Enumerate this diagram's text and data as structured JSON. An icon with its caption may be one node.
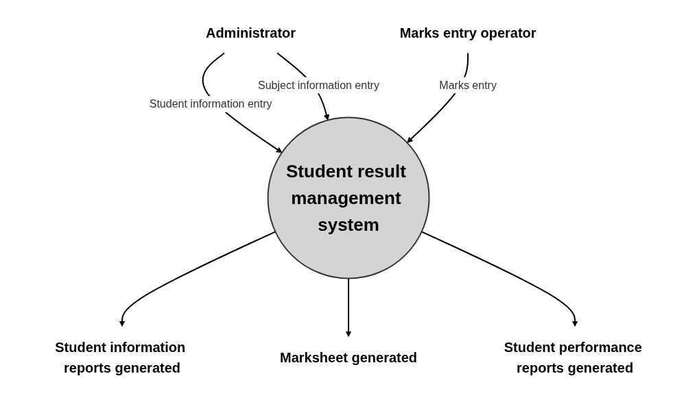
{
  "diagram": {
    "nodes": [
      {
        "text": [
          "Administrator"
        ]
      },
      {
        "text": [
          "Marks entry operator"
        ]
      },
      {
        "text": [
          "Student result management system"
        ]
      },
      {
        "text": [
          "Student information reports generated"
        ]
      },
      {
        "text": [
          "Marksheet generated"
        ]
      },
      {
        "text": [
          "Student performance reports generated"
        ]
      }
    ],
    "edges": [
      {
        "from": 0,
        "to": 2,
        "arrow": "to",
        "label": "Student information entry"
      },
      {
        "from": 0,
        "to": 2,
        "arrow": "to",
        "label": "Subject information entry"
      },
      {
        "from": 1,
        "to": 2,
        "arrow": "to",
        "label": "Marks entry"
      },
      {
        "from": 2,
        "to": 3,
        "arrow": "to"
      },
      {
        "from": 2,
        "to": 4,
        "arrow": "to"
      },
      {
        "from": 2,
        "to": 5,
        "arrow": "to"
      }
    ]
  }
}
